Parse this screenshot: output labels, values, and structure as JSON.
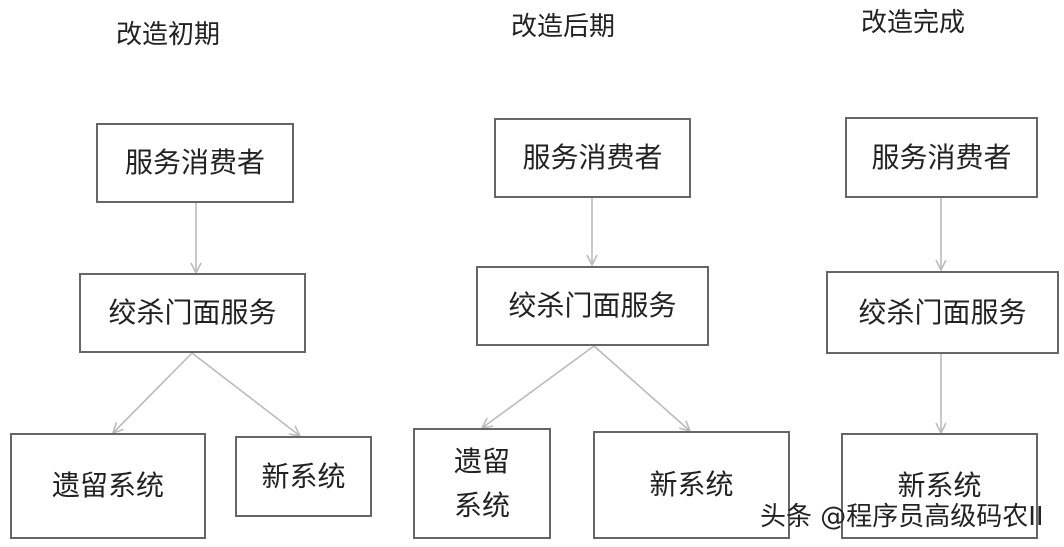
{
  "columns": [
    {
      "title": "改造初期",
      "consumer": "服务消费者",
      "facade": "绞杀门面服务",
      "legacy": "遗留系统",
      "new_system": "新系统"
    },
    {
      "title": "改造后期",
      "consumer": "服务消费者",
      "facade": "绞杀门面服务",
      "legacy_line1": "遗留",
      "legacy_line2": "系统",
      "new_system": "新系统"
    },
    {
      "title": "改造完成",
      "consumer": "服务消费者",
      "facade": "绞杀门面服务",
      "new_system": "新系统"
    }
  ],
  "watermark": "头条 @程序员高级码农II",
  "colors": {
    "box_border": "#666666",
    "arrow": "#bbbbbb",
    "text": "#222222"
  }
}
